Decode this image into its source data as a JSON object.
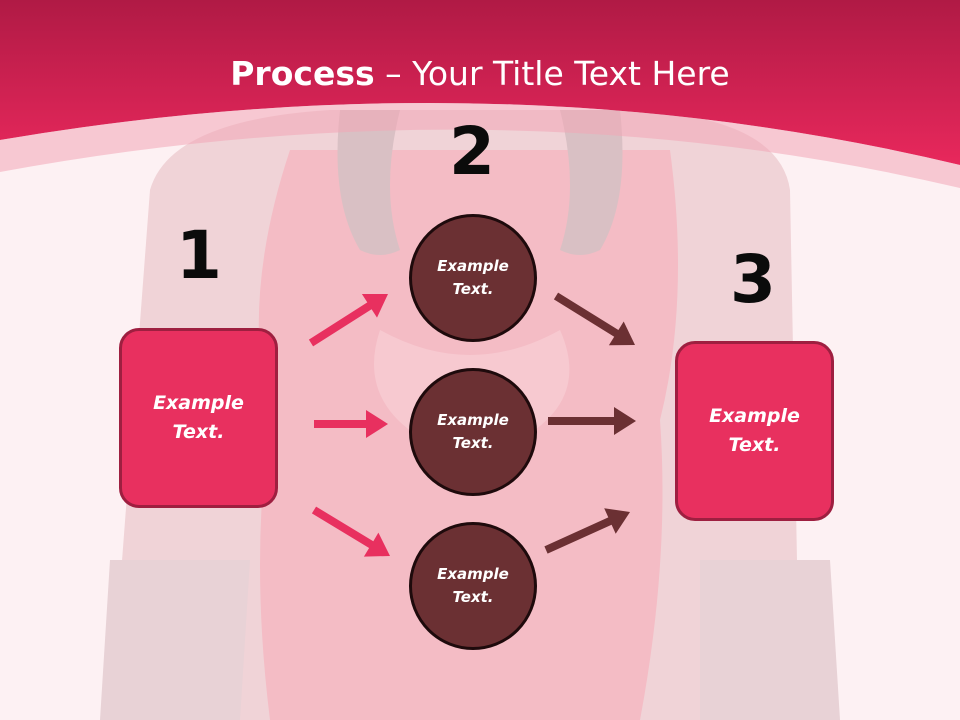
{
  "title": {
    "bold": "Process",
    "rest": " – Your Title Text Here"
  },
  "steps": [
    {
      "number": "1",
      "label": "Example\nText."
    },
    {
      "number": "2",
      "items": [
        "Example\nText.",
        "Example\nText.",
        "Example\nText."
      ]
    },
    {
      "number": "3",
      "label": "Example\nText."
    }
  ],
  "colors": {
    "header": "#e0285a",
    "box_fill": "#e8305f",
    "box_border": "#9e1f40",
    "circle_fill": "#6b3033",
    "arrow_pink": "#e8305f",
    "arrow_brown": "#6b3033",
    "number": "#0b0b0b"
  }
}
